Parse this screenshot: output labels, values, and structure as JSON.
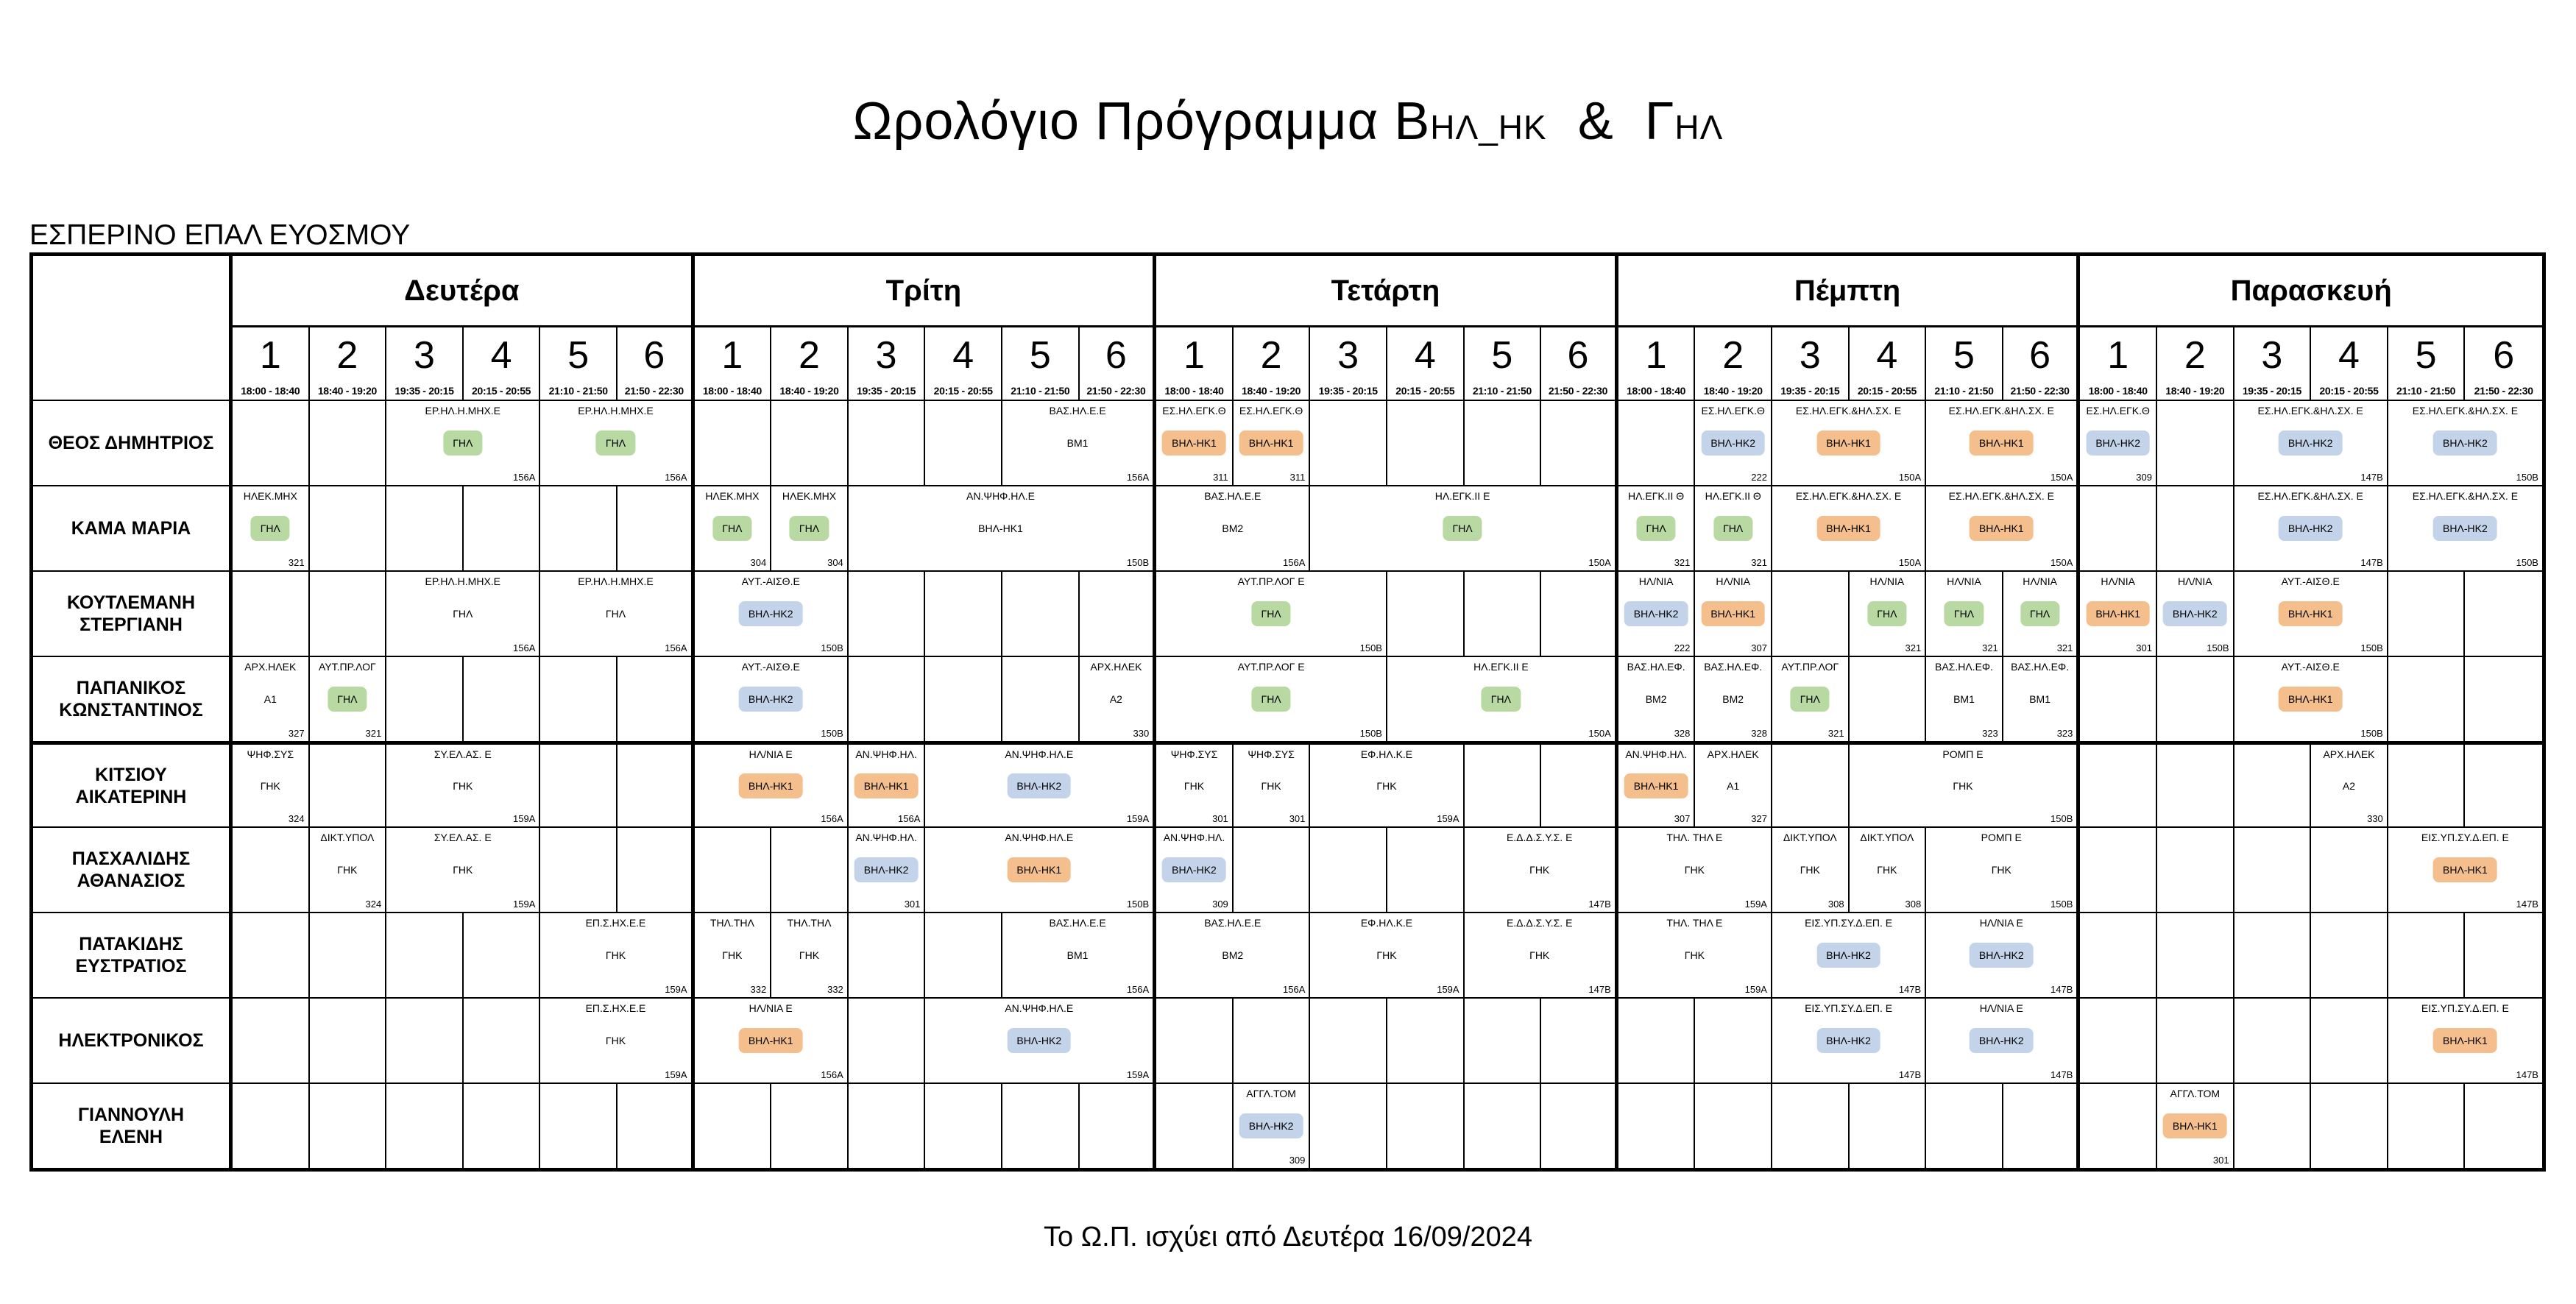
{
  "title": {
    "main": "Ωρολόγιο Πρόγραμμα Β",
    "sub1": "ΗΛ_ΗΚ",
    "amp": "&",
    "main2": "Γ",
    "sub2": "ΗΛ"
  },
  "school": "ΕΣΠΕΡΙΝΟ ΕΠΑΛ ΕΥΟΣΜΟΥ",
  "footer": "Το Ω.Π. ισχύει από Δευτέρα 16/09/2024",
  "days": [
    "Δευτέρα",
    "Τρίτη",
    "Τετάρτη",
    "Πέμπτη",
    "Παρασκευή"
  ],
  "periods": [
    {
      "num": "1",
      "time": "18:00 - 18:40"
    },
    {
      "num": "2",
      "time": "18:40 - 19:20"
    },
    {
      "num": "3",
      "time": "19:35 - 20:15"
    },
    {
      "num": "4",
      "time": "20:15 - 20:55"
    },
    {
      "num": "5",
      "time": "21:10 - 21:50"
    },
    {
      "num": "6",
      "time": "21:50 - 22:30"
    }
  ],
  "colors": {
    "green": "#b8d9a2",
    "orange": "#f4bf8c",
    "blue": "#c3d3e9"
  },
  "teachers": [
    {
      "name": "ΘΕΟΣ ΔΗΜΗΤΡΙΟΣ",
      "events": [
        {
          "slot": 3,
          "span": 2,
          "subject": "ΕΡ.ΗΛ.Η.ΜΗΧ.Ε",
          "group": "ΓΗΛ",
          "color": "green",
          "room": "156Α"
        },
        {
          "slot": 5,
          "span": 2,
          "subject": "ΕΡ.ΗΛ.Η.ΜΗΧ.Ε",
          "group": "ΓΗΛ",
          "color": "green",
          "room": "156Α"
        },
        {
          "slot": 11,
          "span": 2,
          "subject": "ΒΑΣ.ΗΛ.Ε.Ε",
          "group": "ΒΜ1",
          "color": "",
          "room": "156Α"
        },
        {
          "slot": 13,
          "span": 1,
          "subject": "ΕΣ.ΗΛ.ΕΓΚ.Θ",
          "group": "ΒΗΛ-ΗΚ1",
          "color": "orange",
          "room": "311"
        },
        {
          "slot": 14,
          "span": 1,
          "subject": "ΕΣ.ΗΛ.ΕΓΚ.Θ",
          "group": "ΒΗΛ-ΗΚ1",
          "color": "orange",
          "room": "311"
        },
        {
          "slot": 20,
          "span": 1,
          "subject": "ΕΣ.ΗΛ.ΕΓΚ.Θ",
          "group": "ΒΗΛ-ΗΚ2",
          "color": "blue",
          "room": "222"
        },
        {
          "slot": 21,
          "span": 2,
          "subject": "ΕΣ.ΗΛ.ΕΓΚ.&ΗΛ.ΣΧ. Ε",
          "group": "ΒΗΛ-ΗΚ1",
          "color": "orange",
          "room": "150Α"
        },
        {
          "slot": 23,
          "span": 2,
          "subject": "ΕΣ.ΗΛ.ΕΓΚ.&ΗΛ.ΣΧ. Ε",
          "group": "ΒΗΛ-ΗΚ1",
          "color": "orange",
          "room": "150Α"
        },
        {
          "slot": 25,
          "span": 1,
          "subject": "ΕΣ.ΗΛ.ΕΓΚ.Θ",
          "group": "ΒΗΛ-ΗΚ2",
          "color": "blue",
          "room": "309"
        },
        {
          "slot": 27,
          "span": 2,
          "subject": "ΕΣ.ΗΛ.ΕΓΚ.&ΗΛ.ΣΧ. Ε",
          "group": "ΒΗΛ-ΗΚ2",
          "color": "blue",
          "room": "147Β"
        },
        {
          "slot": 29,
          "span": 2,
          "subject": "ΕΣ.ΗΛ.ΕΓΚ.&ΗΛ.ΣΧ. Ε",
          "group": "ΒΗΛ-ΗΚ2",
          "color": "blue",
          "room": "150Β"
        }
      ]
    },
    {
      "name": "ΚΑΜΑ ΜΑΡΙΑ",
      "events": [
        {
          "slot": 1,
          "span": 1,
          "subject": "ΗΛΕΚ.ΜΗΧ",
          "group": "ΓΗΛ",
          "color": "green",
          "room": "321"
        },
        {
          "slot": 7,
          "span": 1,
          "subject": "ΗΛΕΚ.ΜΗΧ",
          "group": "ΓΗΛ",
          "color": "green",
          "room": "304"
        },
        {
          "slot": 8,
          "span": 1,
          "subject": "ΗΛΕΚ.ΜΗΧ",
          "group": "ΓΗΛ",
          "color": "green",
          "room": "304"
        },
        {
          "slot": 9,
          "span": 4,
          "subject": "ΑΝ.ΨΗΦ.ΗΛ.Ε",
          "group": "ΒΗΛ-ΗΚ1",
          "color": "",
          "room": "150Β"
        },
        {
          "slot": 13,
          "span": 2,
          "subject": "ΒΑΣ.ΗΛ.Ε.Ε",
          "group": "ΒΜ2",
          "color": "",
          "room": "156Α"
        },
        {
          "slot": 15,
          "span": 4,
          "subject": "ΗΛ.ΕΓΚ.ΙΙ Ε",
          "group": "ΓΗΛ",
          "color": "green",
          "room": "150Α"
        },
        {
          "slot": 19,
          "span": 1,
          "subject": "ΗΛ.ΕΓΚ.ΙΙ Θ",
          "group": "ΓΗΛ",
          "color": "green",
          "room": "321"
        },
        {
          "slot": 20,
          "span": 1,
          "subject": "ΗΛ.ΕΓΚ.ΙΙ Θ",
          "group": "ΓΗΛ",
          "color": "green",
          "room": "321"
        },
        {
          "slot": 21,
          "span": 2,
          "subject": "ΕΣ.ΗΛ.ΕΓΚ.&ΗΛ.ΣΧ. Ε",
          "group": "ΒΗΛ-ΗΚ1",
          "color": "orange",
          "room": "150Α"
        },
        {
          "slot": 23,
          "span": 2,
          "subject": "ΕΣ.ΗΛ.ΕΓΚ.&ΗΛ.ΣΧ. Ε",
          "group": "ΒΗΛ-ΗΚ1",
          "color": "orange",
          "room": "150Α"
        },
        {
          "slot": 27,
          "span": 2,
          "subject": "ΕΣ.ΗΛ.ΕΓΚ.&ΗΛ.ΣΧ. Ε",
          "group": "ΒΗΛ-ΗΚ2",
          "color": "blue",
          "room": "147Β"
        },
        {
          "slot": 29,
          "span": 2,
          "subject": "ΕΣ.ΗΛ.ΕΓΚ.&ΗΛ.ΣΧ. Ε",
          "group": "ΒΗΛ-ΗΚ2",
          "color": "blue",
          "room": "150Β"
        }
      ]
    },
    {
      "name": "ΚΟΥΤΛΕΜΑΝΗ\nΣΤΕΡΓΙΑΝΗ",
      "events": [
        {
          "slot": 3,
          "span": 2,
          "subject": "ΕΡ.ΗΛ.Η.ΜΗΧ.Ε",
          "group": "ΓΗΛ",
          "color": "",
          "room": "156Α"
        },
        {
          "slot": 5,
          "span": 2,
          "subject": "ΕΡ.ΗΛ.Η.ΜΗΧ.Ε",
          "group": "ΓΗΛ",
          "color": "",
          "room": "156Α"
        },
        {
          "slot": 7,
          "span": 2,
          "subject": "ΑΥΤ.-ΑΙΣΘ.Ε",
          "group": "ΒΗΛ-ΗΚ2",
          "color": "blue",
          "room": "150Β"
        },
        {
          "slot": 13,
          "span": 3,
          "subject": "ΑΥΤ.ΠΡ.ΛΟΓ Ε",
          "group": "ΓΗΛ",
          "color": "green",
          "room": "150Β"
        },
        {
          "slot": 19,
          "span": 1,
          "subject": "ΗΛ/ΝΙΑ",
          "group": "ΒΗΛ-ΗΚ2",
          "color": "blue",
          "room": "222"
        },
        {
          "slot": 20,
          "span": 1,
          "subject": "ΗΛ/ΝΙΑ",
          "group": "ΒΗΛ-ΗΚ1",
          "color": "orange",
          "room": "307"
        },
        {
          "slot": 22,
          "span": 1,
          "subject": "ΗΛ/ΝΙΑ",
          "group": "ΓΗΛ",
          "color": "green",
          "room": "321"
        },
        {
          "slot": 23,
          "span": 1,
          "subject": "ΗΛ/ΝΙΑ",
          "group": "ΓΗΛ",
          "color": "green",
          "room": "321"
        },
        {
          "slot": 24,
          "span": 1,
          "subject": "ΗΛ/ΝΙΑ",
          "group": "ΓΗΛ",
          "color": "green",
          "room": "321"
        },
        {
          "slot": 25,
          "span": 1,
          "subject": "ΗΛ/ΝΙΑ",
          "group": "ΒΗΛ-ΗΚ1",
          "color": "orange",
          "room": "301"
        },
        {
          "slot": 26,
          "span": 1,
          "subject": "ΗΛ/ΝΙΑ",
          "group": "ΒΗΛ-ΗΚ2",
          "color": "blue",
          "room": "150Β"
        },
        {
          "slot": 27,
          "span": 2,
          "subject": "ΑΥΤ.-ΑΙΣΘ.Ε",
          "group": "ΒΗΛ-ΗΚ1",
          "color": "orange",
          "room": "150Β"
        }
      ]
    },
    {
      "name": "ΠΑΠΑΝΙΚΟΣ\nΚΩΝΣΤΑΝΤΙΝΟΣ",
      "events": [
        {
          "slot": 1,
          "span": 1,
          "subject": "ΑΡΧ.ΗΛΕΚ",
          "group": "Α1",
          "color": "",
          "room": "327"
        },
        {
          "slot": 2,
          "span": 1,
          "subject": "ΑΥΤ.ΠΡ.ΛΟΓ",
          "group": "ΓΗΛ",
          "color": "green",
          "room": "321"
        },
        {
          "slot": 7,
          "span": 2,
          "subject": "ΑΥΤ.-ΑΙΣΘ.Ε",
          "group": "ΒΗΛ-ΗΚ2",
          "color": "blue",
          "room": "150Β"
        },
        {
          "slot": 12,
          "span": 1,
          "subject": "ΑΡΧ.ΗΛΕΚ",
          "group": "Α2",
          "color": "",
          "room": "330"
        },
        {
          "slot": 13,
          "span": 3,
          "subject": "ΑΥΤ.ΠΡ.ΛΟΓ Ε",
          "group": "ΓΗΛ",
          "color": "green",
          "room": "150Β"
        },
        {
          "slot": 16,
          "span": 3,
          "subject": "ΗΛ.ΕΓΚ.ΙΙ Ε",
          "group": "ΓΗΛ",
          "color": "green",
          "room": "150Α"
        },
        {
          "slot": 19,
          "span": 1,
          "subject": "ΒΑΣ.ΗΛ.ΕΦ.",
          "group": "ΒΜ2",
          "color": "",
          "room": "328"
        },
        {
          "slot": 20,
          "span": 1,
          "subject": "ΒΑΣ.ΗΛ.ΕΦ.",
          "group": "ΒΜ2",
          "color": "",
          "room": "328"
        },
        {
          "slot": 21,
          "span": 1,
          "subject": "ΑΥΤ.ΠΡ.ΛΟΓ",
          "group": "ΓΗΛ",
          "color": "green",
          "room": "321"
        },
        {
          "slot": 23,
          "span": 1,
          "subject": "ΒΑΣ.ΗΛ.ΕΦ.",
          "group": "ΒΜ1",
          "color": "",
          "room": "323"
        },
        {
          "slot": 24,
          "span": 1,
          "subject": "ΒΑΣ.ΗΛ.ΕΦ.",
          "group": "ΒΜ1",
          "color": "",
          "room": "323"
        },
        {
          "slot": 27,
          "span": 2,
          "subject": "ΑΥΤ.-ΑΙΣΘ.Ε",
          "group": "ΒΗΛ-ΗΚ1",
          "color": "orange",
          "room": "150Β"
        }
      ]
    },
    {
      "name": "ΚΙΤΣΙΟΥ\nΑΙΚΑΤΕΡΙΝΗ",
      "events": [
        {
          "slot": 1,
          "span": 1,
          "subject": "ΨΗΦ.ΣΥΣ",
          "group": "ΓΗΚ",
          "color": "",
          "room": "324"
        },
        {
          "slot": 3,
          "span": 2,
          "subject": "ΣΥ.ΕΛ.ΑΣ. Ε",
          "group": "ΓΗΚ",
          "color": "",
          "room": "159Α"
        },
        {
          "slot": 7,
          "span": 2,
          "subject": "ΗΛ/ΝΙΑ Ε",
          "group": "ΒΗΛ-ΗΚ1",
          "color": "orange",
          "room": "156Α"
        },
        {
          "slot": 9,
          "span": 1,
          "subject": "ΑΝ.ΨΗΦ.ΗΛ.",
          "group": "ΒΗΛ-ΗΚ1",
          "color": "orange",
          "room": "156Α"
        },
        {
          "slot": 10,
          "span": 3,
          "subject": "ΑΝ.ΨΗΦ.ΗΛ.Ε",
          "group": "ΒΗΛ-ΗΚ2",
          "color": "blue",
          "room": "159Α"
        },
        {
          "slot": 13,
          "span": 1,
          "subject": "ΨΗΦ.ΣΥΣ",
          "group": "ΓΗΚ",
          "color": "",
          "room": "301"
        },
        {
          "slot": 14,
          "span": 1,
          "subject": "ΨΗΦ.ΣΥΣ",
          "group": "ΓΗΚ",
          "color": "",
          "room": "301"
        },
        {
          "slot": 15,
          "span": 2,
          "subject": "ΕΦ.ΗΛ.Κ.Ε",
          "group": "ΓΗΚ",
          "color": "",
          "room": "159Α"
        },
        {
          "slot": 19,
          "span": 1,
          "subject": "ΑΝ.ΨΗΦ.ΗΛ.",
          "group": "ΒΗΛ-ΗΚ1",
          "color": "orange",
          "room": "307"
        },
        {
          "slot": 20,
          "span": 1,
          "subject": "ΑΡΧ.ΗΛΕΚ",
          "group": "Α1",
          "color": "",
          "room": "327"
        },
        {
          "slot": 22,
          "span": 3,
          "subject": "ΡΟΜΠ Ε",
          "group": "ΓΗΚ",
          "color": "",
          "room": "150Β"
        },
        {
          "slot": 28,
          "span": 1,
          "subject": "ΑΡΧ.ΗΛΕΚ",
          "group": "Α2",
          "color": "",
          "room": "330"
        }
      ]
    },
    {
      "name": "ΠΑΣΧΑΛΙΔΗΣ\nΑΘΑΝΑΣΙΟΣ",
      "events": [
        {
          "slot": 2,
          "span": 1,
          "subject": "ΔΙΚΤ.ΥΠΟΛ",
          "group": "ΓΗΚ",
          "color": "",
          "room": "324"
        },
        {
          "slot": 3,
          "span": 2,
          "subject": "ΣΥ.ΕΛ.ΑΣ. Ε",
          "group": "ΓΗΚ",
          "color": "",
          "room": "159Α"
        },
        {
          "slot": 9,
          "span": 1,
          "subject": "ΑΝ.ΨΗΦ.ΗΛ.",
          "group": "ΒΗΛ-ΗΚ2",
          "color": "blue",
          "room": "301"
        },
        {
          "slot": 10,
          "span": 3,
          "subject": "ΑΝ.ΨΗΦ.ΗΛ.Ε",
          "group": "ΒΗΛ-ΗΚ1",
          "color": "orange",
          "room": "150Β"
        },
        {
          "slot": 13,
          "span": 1,
          "subject": "ΑΝ.ΨΗΦ.ΗΛ.",
          "group": "ΒΗΛ-ΗΚ2",
          "color": "blue",
          "room": "309"
        },
        {
          "slot": 17,
          "span": 2,
          "subject": "Ε.Δ.Δ.Σ.Υ.Σ. Ε",
          "group": "ΓΗΚ",
          "color": "",
          "room": "147Β"
        },
        {
          "slot": 19,
          "span": 2,
          "subject": "ΤΗΛ. ΤΗΛ Ε",
          "group": "ΓΗΚ",
          "color": "",
          "room": "159Α"
        },
        {
          "slot": 21,
          "span": 1,
          "subject": "ΔΙΚΤ.ΥΠΟΛ",
          "group": "ΓΗΚ",
          "color": "",
          "room": "308"
        },
        {
          "slot": 22,
          "span": 1,
          "subject": "ΔΙΚΤ.ΥΠΟΛ",
          "group": "ΓΗΚ",
          "color": "",
          "room": "308"
        },
        {
          "slot": 23,
          "span": 2,
          "subject": "ΡΟΜΠ Ε",
          "group": "ΓΗΚ",
          "color": "",
          "room": "150Β"
        },
        {
          "slot": 29,
          "span": 2,
          "subject": "ΕΙΣ.ΥΠ.ΣΥ.Δ.ΕΠ. Ε",
          "group": "ΒΗΛ-ΗΚ1",
          "color": "orange",
          "room": "147Β"
        }
      ]
    },
    {
      "name": "ΠΑΤΑΚΙΔΗΣ\nΕΥΣΤΡΑΤΙΟΣ",
      "events": [
        {
          "slot": 5,
          "span": 2,
          "subject": "ΕΠ.Σ.ΗΧ.Ε.Ε",
          "group": "ΓΗΚ",
          "color": "",
          "room": "159Α"
        },
        {
          "slot": 7,
          "span": 1,
          "subject": "ΤΗΛ.ΤΗΛ",
          "group": "ΓΗΚ",
          "color": "",
          "room": "332"
        },
        {
          "slot": 8,
          "span": 1,
          "subject": "ΤΗΛ.ΤΗΛ",
          "group": "ΓΗΚ",
          "color": "",
          "room": "332"
        },
        {
          "slot": 11,
          "span": 2,
          "subject": "ΒΑΣ.ΗΛ.Ε.Ε",
          "group": "ΒΜ1",
          "color": "",
          "room": "156Α"
        },
        {
          "slot": 13,
          "span": 2,
          "subject": "ΒΑΣ.ΗΛ.Ε.Ε",
          "group": "ΒΜ2",
          "color": "",
          "room": "156Α"
        },
        {
          "slot": 15,
          "span": 2,
          "subject": "ΕΦ.ΗΛ.Κ.Ε",
          "group": "ΓΗΚ",
          "color": "",
          "room": "159Α"
        },
        {
          "slot": 17,
          "span": 2,
          "subject": "Ε.Δ.Δ.Σ.Υ.Σ. Ε",
          "group": "ΓΗΚ",
          "color": "",
          "room": "147Β"
        },
        {
          "slot": 19,
          "span": 2,
          "subject": "ΤΗΛ. ΤΗΛ Ε",
          "group": "ΓΗΚ",
          "color": "",
          "room": "159Α"
        },
        {
          "slot": 21,
          "span": 2,
          "subject": "ΕΙΣ.ΥΠ.ΣΥ.Δ.ΕΠ. Ε",
          "group": "ΒΗΛ-ΗΚ2",
          "color": "blue",
          "room": "147Β"
        },
        {
          "slot": 23,
          "span": 2,
          "subject": "ΗΛ/ΝΙΑ Ε",
          "group": "ΒΗΛ-ΗΚ2",
          "color": "blue",
          "room": "147Β"
        }
      ]
    },
    {
      "name": "ΗΛΕΚΤΡΟΝΙΚΟΣ",
      "events": [
        {
          "slot": 5,
          "span": 2,
          "subject": "ΕΠ.Σ.ΗΧ.Ε.Ε",
          "group": "ΓΗΚ",
          "color": "",
          "room": "159Α"
        },
        {
          "slot": 7,
          "span": 2,
          "subject": "ΗΛ/ΝΙΑ Ε",
          "group": "ΒΗΛ-ΗΚ1",
          "color": "orange",
          "room": "156Α"
        },
        {
          "slot": 10,
          "span": 3,
          "subject": "ΑΝ.ΨΗΦ.ΗΛ.Ε",
          "group": "ΒΗΛ-ΗΚ2",
          "color": "blue",
          "room": "159Α"
        },
        {
          "slot": 21,
          "span": 2,
          "subject": "ΕΙΣ.ΥΠ.ΣΥ.Δ.ΕΠ. Ε",
          "group": "ΒΗΛ-ΗΚ2",
          "color": "blue",
          "room": "147Β"
        },
        {
          "slot": 23,
          "span": 2,
          "subject": "ΗΛ/ΝΙΑ Ε",
          "group": "ΒΗΛ-ΗΚ2",
          "color": "blue",
          "room": "147Β"
        },
        {
          "slot": 29,
          "span": 2,
          "subject": "ΕΙΣ.ΥΠ.ΣΥ.Δ.ΕΠ. Ε",
          "group": "ΒΗΛ-ΗΚ1",
          "color": "orange",
          "room": "147Β"
        }
      ]
    },
    {
      "name": "ΓΙΑΝΝΟΥΛΗ\nΕΛΕΝΗ",
      "events": [
        {
          "slot": 14,
          "span": 1,
          "subject": "ΑΓΓΛ.ΤΟΜ",
          "group": "ΒΗΛ-ΗΚ2",
          "color": "blue",
          "room": "309"
        },
        {
          "slot": 26,
          "span": 1,
          "subject": "ΑΓΓΛ.ΤΟΜ",
          "group": "ΒΗΛ-ΗΚ1",
          "color": "orange",
          "room": "301"
        }
      ]
    }
  ]
}
